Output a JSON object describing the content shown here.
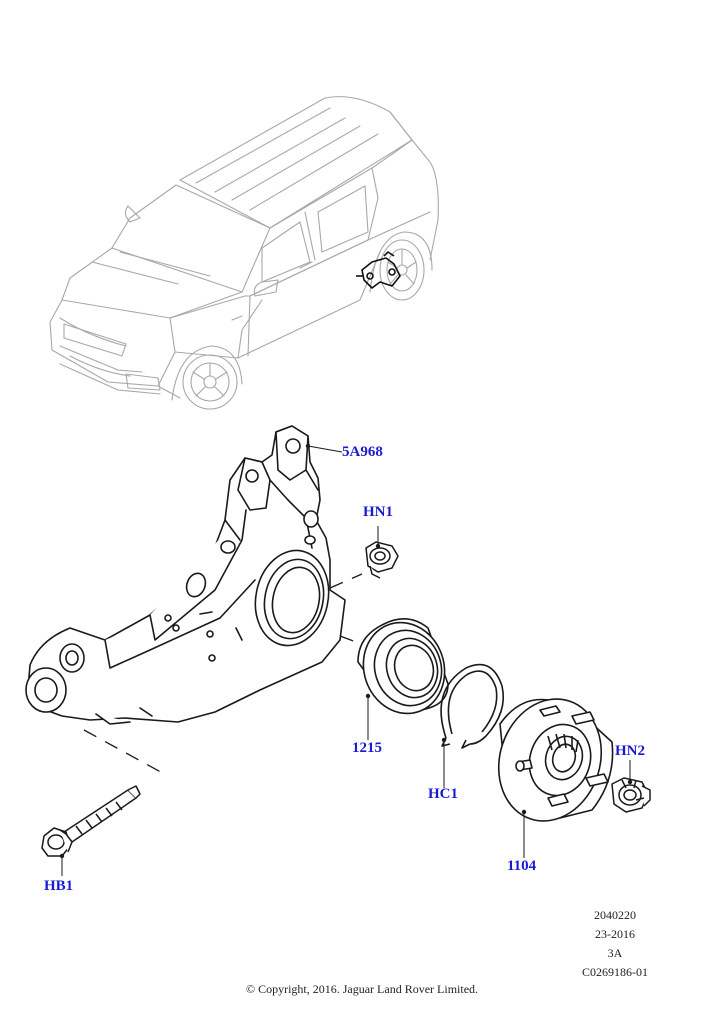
{
  "callouts": {
    "knuckle": "5A968",
    "hn1": "HN1",
    "bearing": "1215",
    "circlip": "HC1",
    "hub": "1104",
    "hn2": "HN2",
    "bolt": "HB1"
  },
  "meta": {
    "illustration_number": "2040220",
    "date_code": "23-2016",
    "revision": "3A",
    "catalogue_ref": "C0269186-01"
  },
  "copyright": "© Copyright, 2016. Jaguar Land Rover Limited.",
  "colors": {
    "callout": "#1a1ad6",
    "line": "#1a1a1a",
    "faint_line": "#9a9a9a"
  }
}
